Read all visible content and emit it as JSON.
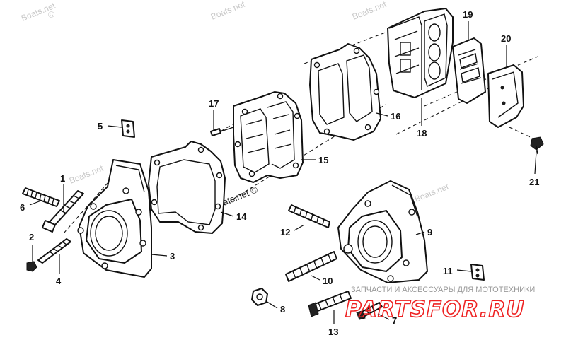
{
  "callouts": [
    {
      "id": "1",
      "label": "1"
    },
    {
      "id": "2",
      "label": "2"
    },
    {
      "id": "3",
      "label": "3"
    },
    {
      "id": "4",
      "label": "4"
    },
    {
      "id": "5",
      "label": "5"
    },
    {
      "id": "6",
      "label": "6"
    },
    {
      "id": "7",
      "label": "7"
    },
    {
      "id": "8",
      "label": "8"
    },
    {
      "id": "9",
      "label": "9"
    },
    {
      "id": "10",
      "label": "10"
    },
    {
      "id": "11",
      "label": "11"
    },
    {
      "id": "12",
      "label": "12"
    },
    {
      "id": "13",
      "label": "13"
    },
    {
      "id": "14",
      "label": "14"
    },
    {
      "id": "15",
      "label": "15"
    },
    {
      "id": "16",
      "label": "16"
    },
    {
      "id": "17",
      "label": "17"
    },
    {
      "id": "18",
      "label": "18"
    },
    {
      "id": "19",
      "label": "19"
    },
    {
      "id": "20",
      "label": "20"
    },
    {
      "id": "21",
      "label": "21"
    }
  ],
  "watermarks": {
    "site": "Boats.net",
    "copyright": "©",
    "center": "Boats.net ©"
  },
  "banner": {
    "tagline": "ЗАПЧАСТИ И АКСЕССУАРЫ ДЛЯ МОТОТЕХНИКИ",
    "brand": "PARTSFOR.RU"
  },
  "colors": {
    "line": "#111111",
    "brand": "#ee2222",
    "watermark": "#c8c8c8"
  }
}
